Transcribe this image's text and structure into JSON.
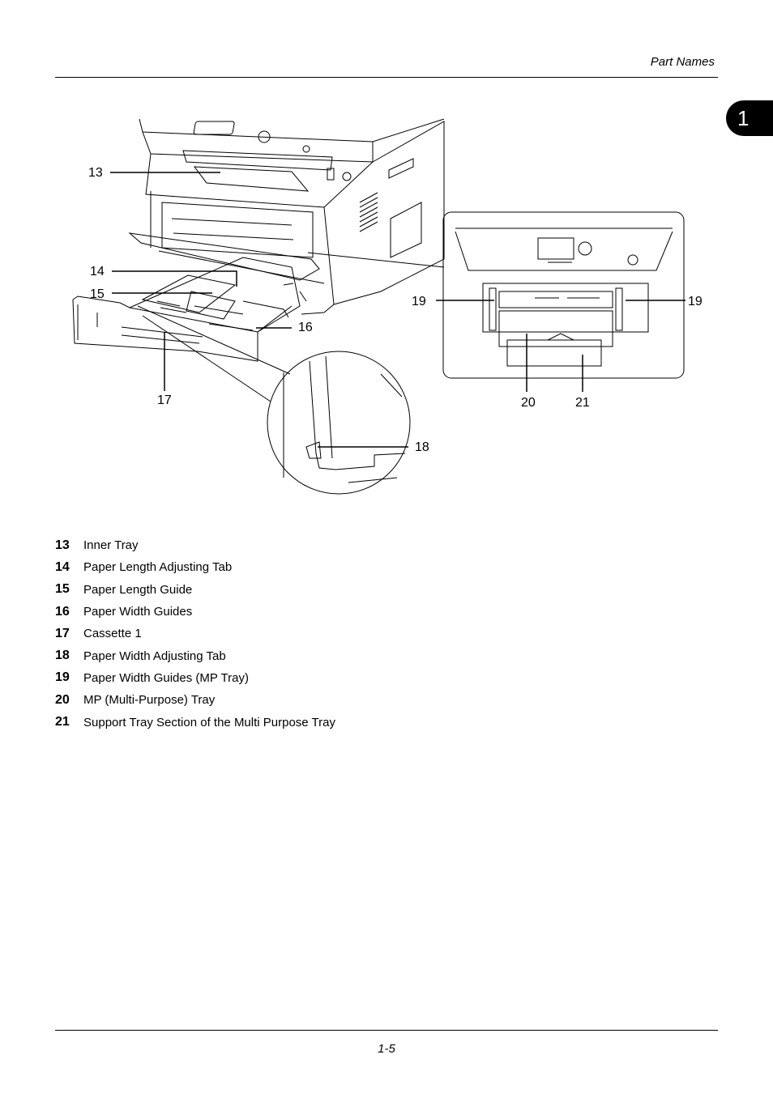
{
  "header": {
    "section_title": "Part Names"
  },
  "chapter_tab": {
    "number": "1"
  },
  "callouts": [
    "13",
    "14",
    "15",
    "16",
    "17",
    "18",
    "19",
    "19",
    "20",
    "21"
  ],
  "parts": [
    {
      "number": "13",
      "name": "Inner Tray"
    },
    {
      "number": "14",
      "name": "Paper Length Adjusting Tab"
    },
    {
      "number": "15",
      "name": "Paper Length Guide"
    },
    {
      "number": "16",
      "name": "Paper Width Guides"
    },
    {
      "number": "17",
      "name": "Cassette 1"
    },
    {
      "number": "18",
      "name": "Paper Width Adjusting Tab"
    },
    {
      "number": "19",
      "name": "Paper Width Guides (MP Tray)"
    },
    {
      "number": "20",
      "name": "MP (Multi-Purpose) Tray"
    },
    {
      "number": "21",
      "name": "Support Tray Section of the Multi Purpose Tray"
    }
  ],
  "footer": {
    "page_number": "1-5"
  }
}
